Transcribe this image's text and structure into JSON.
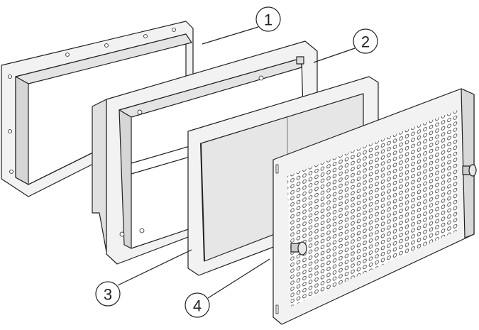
{
  "diagram": {
    "type": "exploded-view",
    "colors": {
      "line": "#222222",
      "fill": "#f2f2f2",
      "panel": "#e4e4e4",
      "shade": "#cfcfcf"
    },
    "callouts": [
      {
        "label": "1",
        "part": "mounting-frame"
      },
      {
        "label": "2",
        "part": "inner-frame"
      },
      {
        "label": "3",
        "part": "filter-panel"
      },
      {
        "label": "4",
        "part": "perforated-grille"
      }
    ]
  }
}
